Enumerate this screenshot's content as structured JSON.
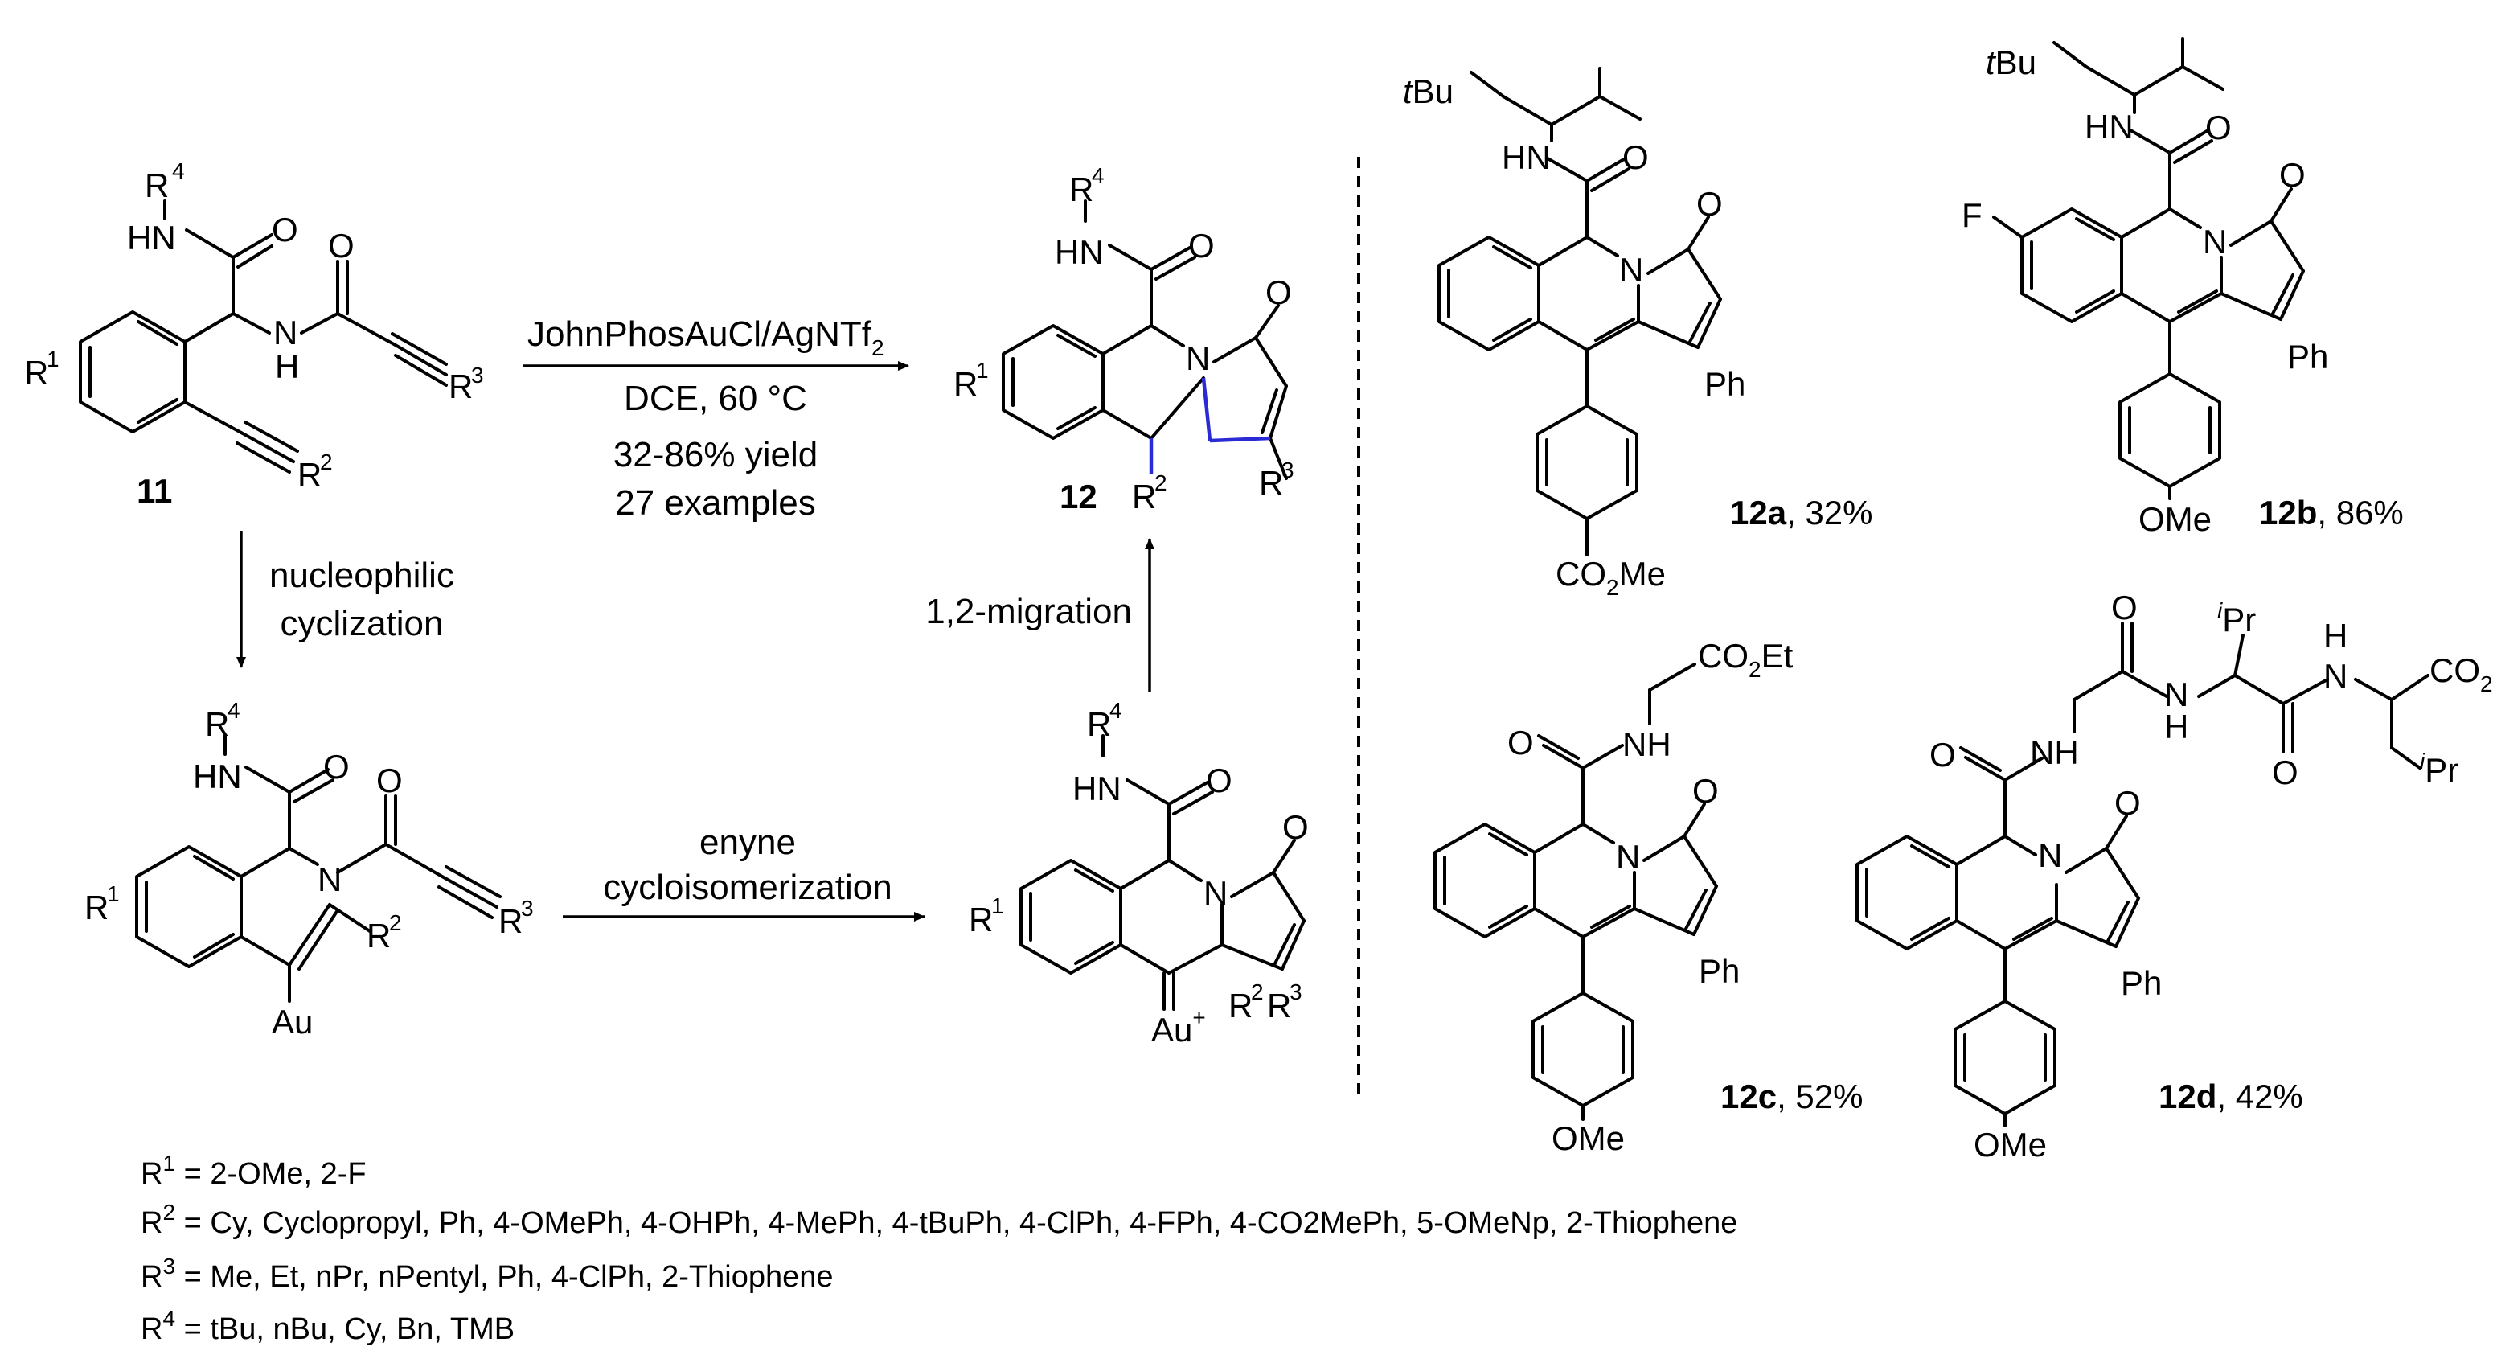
{
  "reaction": {
    "catalyst": "JohnPhosAuCl/AgNTf",
    "catalyst_sub": "2",
    "solvent_temp": "DCE, 60 °C",
    "yield": "32-86% yield",
    "examples": "27 examples"
  },
  "mechanism": {
    "step1_line1": "nucleophilic",
    "step1_line2": "cyclization",
    "step2_line1": "enyne",
    "step2_line2": "cycloisomerization",
    "step3": "1,2-migration"
  },
  "compounds": {
    "c11": "11",
    "c12": "12",
    "c12a": "12a",
    "c12a_yield": ", 32%",
    "c12b": "12b",
    "c12b_yield": ", 86%",
    "c12c": "12c",
    "c12c_yield": ", 52%",
    "c12d": "12d",
    "c12d_yield": ", 42%"
  },
  "atoms": {
    "N": "N",
    "H": "H",
    "HN": "HN",
    "O": "O",
    "R": "R",
    "Ph": "Ph",
    "Au": "Au",
    "Au_plus": "Au",
    "plus": "+",
    "F": "F",
    "OMe": "OMe",
    "tBu_t": "t",
    "tBu_b": "Bu",
    "CO2Me_a": "CO",
    "CO2Me_b": "Me",
    "CO2Et_a": "CO",
    "CO2Et_b": "Et",
    "two": "2",
    "iPr_i": "i",
    "iPr_p": "Pr",
    "NH": "NH",
    "H_lbl": "H"
  },
  "legend": {
    "r1": " = 2-OMe, 2-F",
    "r2": " = Cy, Cyclopropyl, Ph, 4-OMePh, 4-OHPh, 4-MePh, 4-tBuPh, 4-ClPh, 4-FPh, 4-CO2MePh, 5-OMeNp, 2-Thiophene",
    "r3": " = Me, Et, nPr, nPentyl, Ph, 4-ClPh, 2-Thiophene",
    "r4": " = tBu, nBu, Cy, Bn, TMB"
  },
  "colors": {
    "highlight_bond": "#2b2bd6"
  }
}
